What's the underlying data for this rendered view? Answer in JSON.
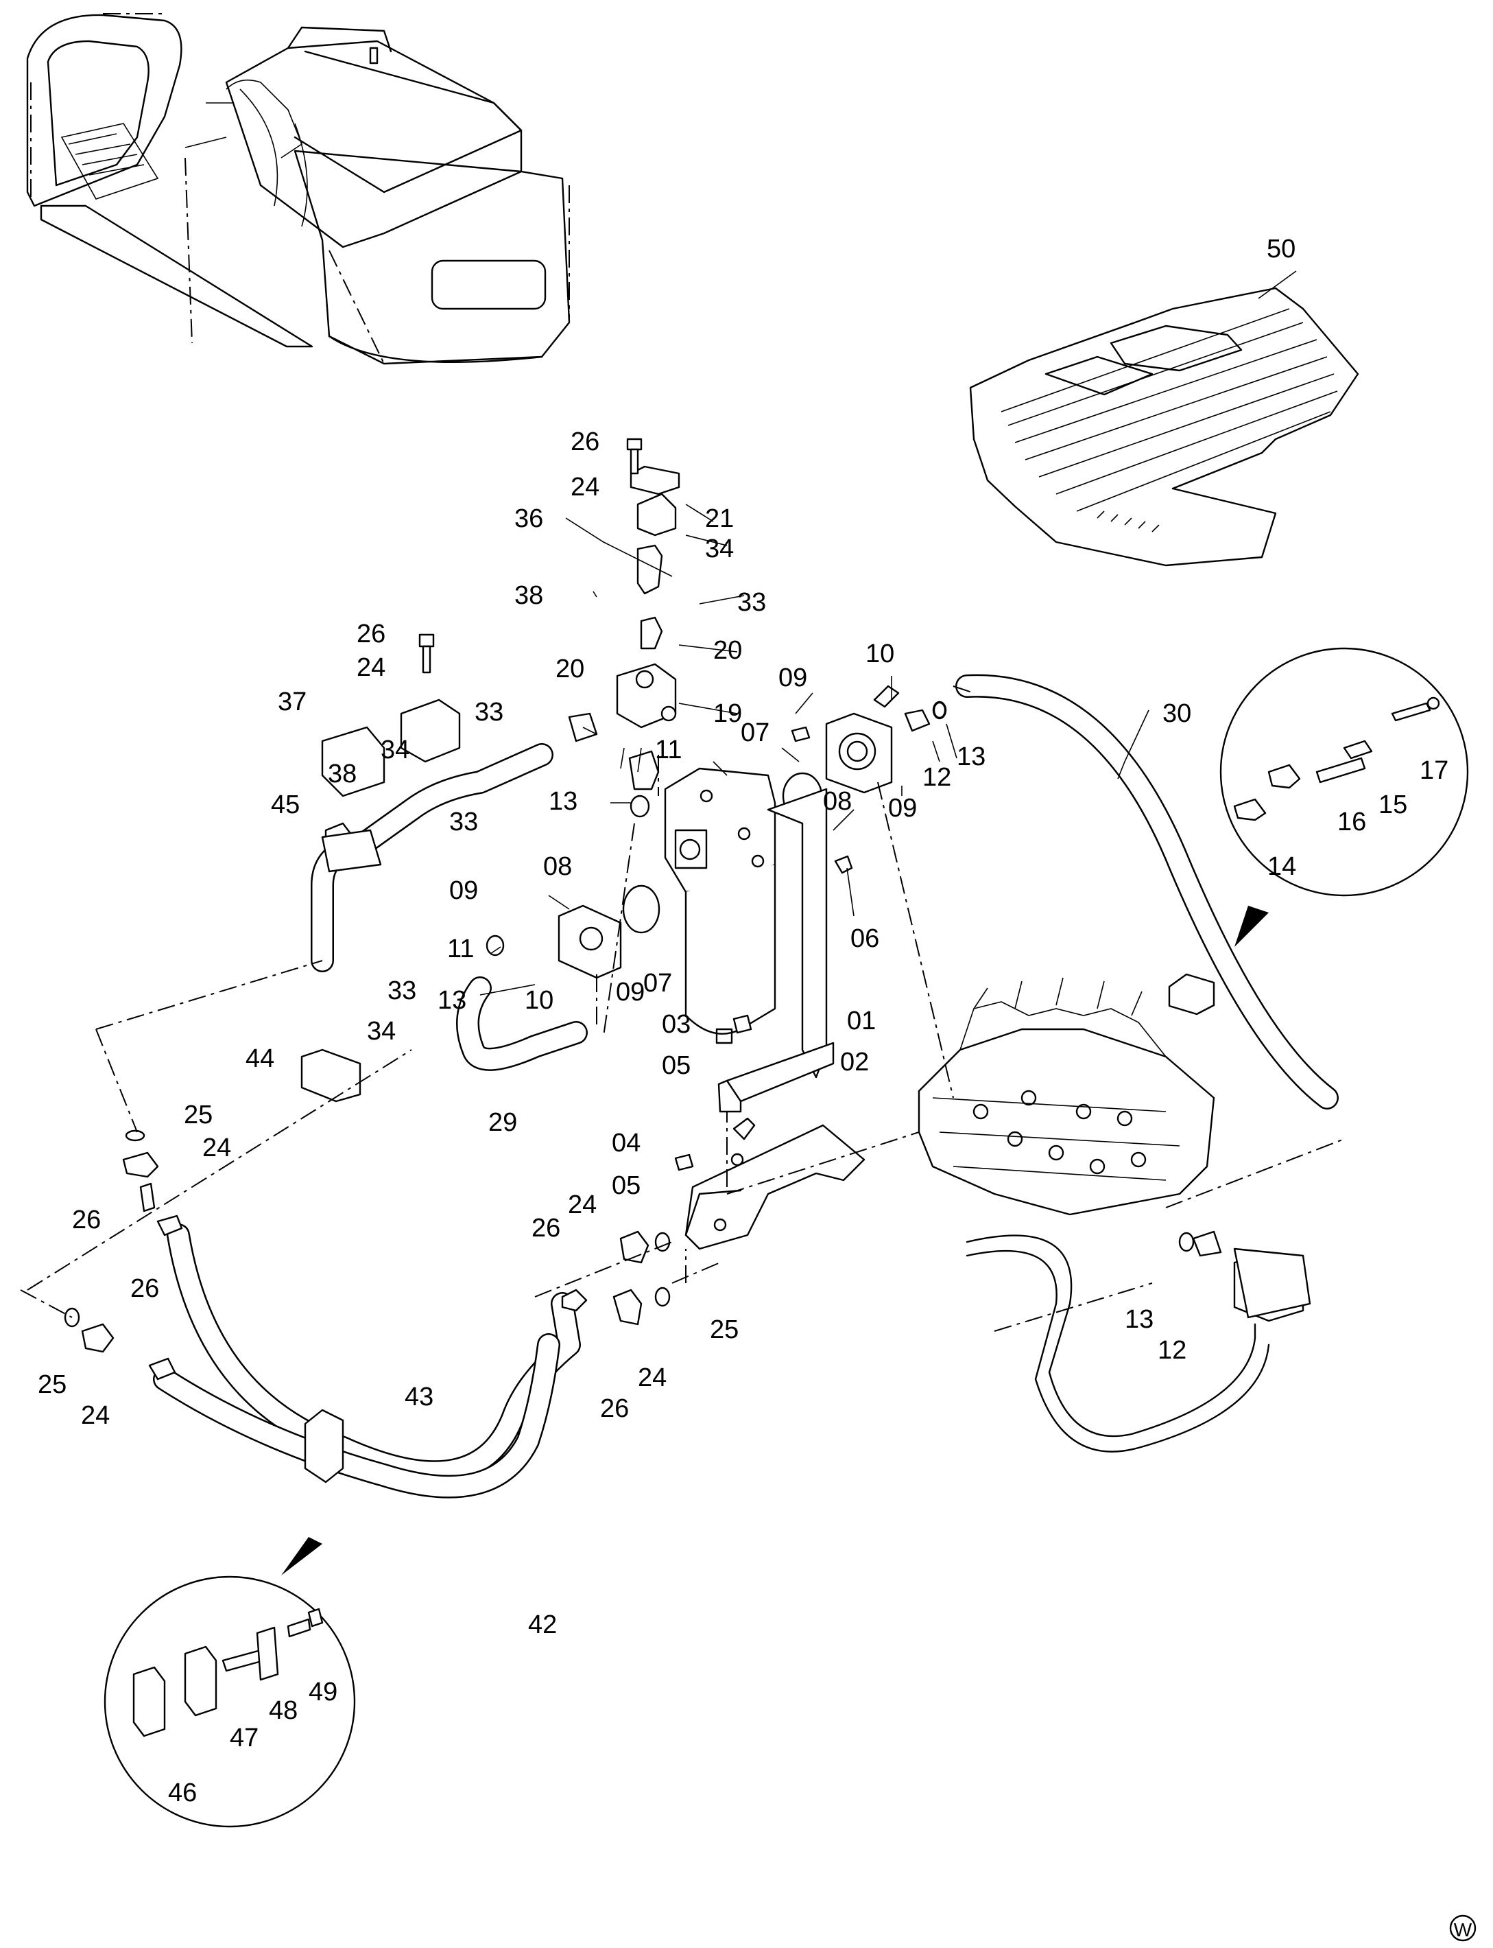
{
  "corner_mark": "W",
  "callouts": [
    {
      "id": "c50",
      "text": "50"
    },
    {
      "id": "c26a",
      "text": "26"
    },
    {
      "id": "c24a",
      "text": "24"
    },
    {
      "id": "c21",
      "text": "21"
    },
    {
      "id": "c36",
      "text": "36"
    },
    {
      "id": "c34a",
      "text": "34"
    },
    {
      "id": "c38a",
      "text": "38"
    },
    {
      "id": "c33a",
      "text": "33"
    },
    {
      "id": "c20a",
      "text": "20"
    },
    {
      "id": "c19",
      "text": "19"
    },
    {
      "id": "c26b",
      "text": "26"
    },
    {
      "id": "c24b",
      "text": "24"
    },
    {
      "id": "c37",
      "text": "37"
    },
    {
      "id": "c33b",
      "text": "33"
    },
    {
      "id": "c34b",
      "text": "34"
    },
    {
      "id": "c38b",
      "text": "38"
    },
    {
      "id": "c45",
      "text": "45"
    },
    {
      "id": "c33c",
      "text": "33"
    },
    {
      "id": "c20b",
      "text": "20"
    },
    {
      "id": "c11a",
      "text": "11"
    },
    {
      "id": "c13a",
      "text": "13"
    },
    {
      "id": "c07a",
      "text": "07"
    },
    {
      "id": "c10a",
      "text": "10"
    },
    {
      "id": "c09a",
      "text": "09"
    },
    {
      "id": "c12a",
      "text": "12"
    },
    {
      "id": "c13b",
      "text": "13"
    },
    {
      "id": "c08a",
      "text": "08"
    },
    {
      "id": "c09b",
      "text": "09"
    },
    {
      "id": "c30",
      "text": "30"
    },
    {
      "id": "c08b",
      "text": "08"
    },
    {
      "id": "c09c",
      "text": "09"
    },
    {
      "id": "c11b",
      "text": "11"
    },
    {
      "id": "c13c",
      "text": "13"
    },
    {
      "id": "c10b",
      "text": "10"
    },
    {
      "id": "c09d",
      "text": "09"
    },
    {
      "id": "c07b",
      "text": "07"
    },
    {
      "id": "c06",
      "text": "06"
    },
    {
      "id": "c33d",
      "text": "33"
    },
    {
      "id": "c34c",
      "text": "34"
    },
    {
      "id": "c44",
      "text": "44"
    },
    {
      "id": "c01",
      "text": "01"
    },
    {
      "id": "c03",
      "text": "03"
    },
    {
      "id": "c05a",
      "text": "05"
    },
    {
      "id": "c02",
      "text": "02"
    },
    {
      "id": "c29",
      "text": "29"
    },
    {
      "id": "c04",
      "text": "04"
    },
    {
      "id": "c05b",
      "text": "05"
    },
    {
      "id": "c17",
      "text": "17"
    },
    {
      "id": "c15",
      "text": "15"
    },
    {
      "id": "c16",
      "text": "16"
    },
    {
      "id": "c14",
      "text": "14"
    },
    {
      "id": "c25a",
      "text": "25"
    },
    {
      "id": "c24c",
      "text": "24"
    },
    {
      "id": "c26c",
      "text": "26"
    },
    {
      "id": "c24d",
      "text": "24"
    },
    {
      "id": "c26d",
      "text": "26"
    },
    {
      "id": "c26e",
      "text": "26"
    },
    {
      "id": "c25b",
      "text": "25"
    },
    {
      "id": "c24e",
      "text": "24"
    },
    {
      "id": "c24f",
      "text": "24"
    },
    {
      "id": "c26f",
      "text": "26"
    },
    {
      "id": "c25c",
      "text": "25"
    },
    {
      "id": "c13d",
      "text": "13"
    },
    {
      "id": "c12b",
      "text": "12"
    },
    {
      "id": "c43",
      "text": "43"
    },
    {
      "id": "c42",
      "text": "42"
    },
    {
      "id": "c49",
      "text": "49"
    },
    {
      "id": "c48",
      "text": "48"
    },
    {
      "id": "c47",
      "text": "47"
    },
    {
      "id": "c46",
      "text": "46"
    }
  ]
}
